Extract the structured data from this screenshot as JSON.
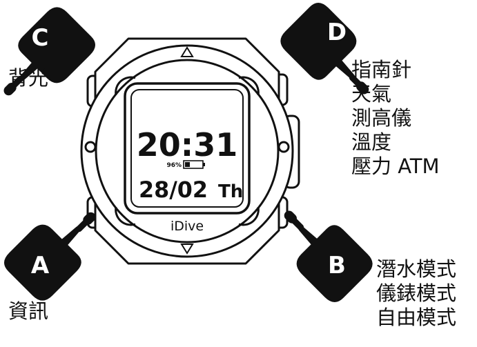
{
  "buttons": {
    "c": {
      "letter": "C",
      "label": "背光"
    },
    "d": {
      "letter": "D",
      "functions": [
        "指南針",
        "天氣",
        "測高儀",
        "溫度",
        "壓力 ATM"
      ]
    },
    "a": {
      "letter": "A",
      "label": "資訊"
    },
    "b": {
      "letter": "B",
      "functions": [
        "潛水模式",
        "儀錶模式",
        "自由模式"
      ]
    }
  },
  "watch": {
    "time": "20:31",
    "battery": "96%",
    "date": "28/02",
    "weekday": "Th",
    "brand": "iDive"
  }
}
